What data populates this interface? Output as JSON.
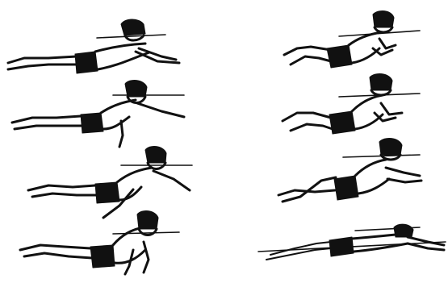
{
  "illustration": {
    "ink_color": "#111111",
    "background_color": "#ffffff",
    "columns": 2,
    "figures_per_column": 4,
    "subject": "swimmer-sequence"
  }
}
